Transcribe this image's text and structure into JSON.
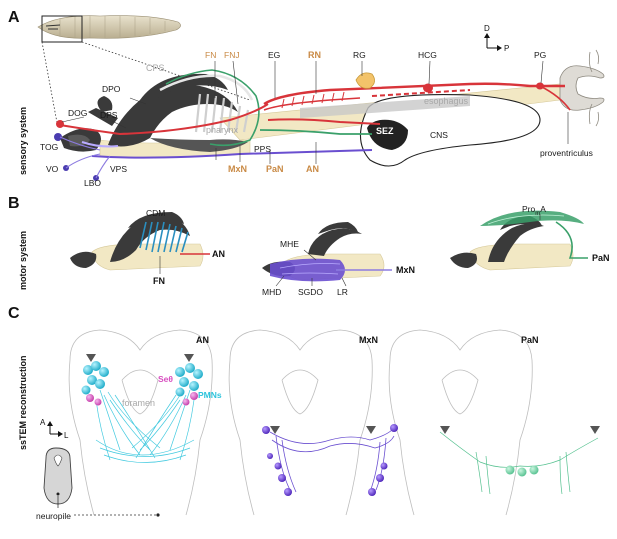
{
  "panels": {
    "a": {
      "letter": "A",
      "side_label": "sensory system",
      "axis": {
        "d": "D",
        "p": "P"
      },
      "labels": {
        "cps": "CPS",
        "fn": "FN",
        "fnj": "FNJ",
        "eg": "EG",
        "rn": "RN",
        "rg": "RG",
        "hcg": "HCG",
        "pg": "PG",
        "dpo": "DPO",
        "dog": "DOG",
        "dps": "DPS",
        "pharynx": "pharynx",
        "esophagus": "esophagus",
        "sez": "SEZ",
        "cns": "CNS",
        "pps": "PPS",
        "tog": "TOG",
        "vo": "VO",
        "lbo": "LBO",
        "vps": "VPS",
        "mxn": "MxN",
        "pan": "PaN",
        "an": "AN",
        "proventriculus": "proventriculus"
      }
    },
    "b": {
      "letter": "B",
      "side_label": "motor system",
      "labels": {
        "cdm": "CDM",
        "an": "AN",
        "fn": "FN",
        "mhe": "MHE",
        "mhd": "MHD",
        "sgdo": "SGDO",
        "lr": "LR",
        "mxn": "MxN",
        "proa_main": "Pro",
        "proa_sub": "m",
        "proa_end": "A",
        "pan": "PaN"
      }
    },
    "c": {
      "letter": "C",
      "side_label": "ssTEM reconstruction",
      "titles": {
        "an": "AN",
        "mxn": "MxN",
        "pan": "PaN"
      },
      "labels": {
        "se0": "Seθ",
        "pmns": "PMNs",
        "foramen": "foramen",
        "neuropile": "neuropile"
      },
      "axis": {
        "a": "A",
        "l": "L"
      }
    }
  },
  "colors": {
    "sensory_red": "#d8343a",
    "green": "#3aa06a",
    "purple": "#6a4fd0",
    "cyan": "#2ec4dc",
    "magenta": "#d84ec0",
    "orange_label": "#c98a45",
    "cephalo_dark": "#3a3a3a",
    "gut_cream": "#f2e8c4"
  },
  "icons": [
    "larva-thumbnail",
    "axis-arrow-icon"
  ]
}
